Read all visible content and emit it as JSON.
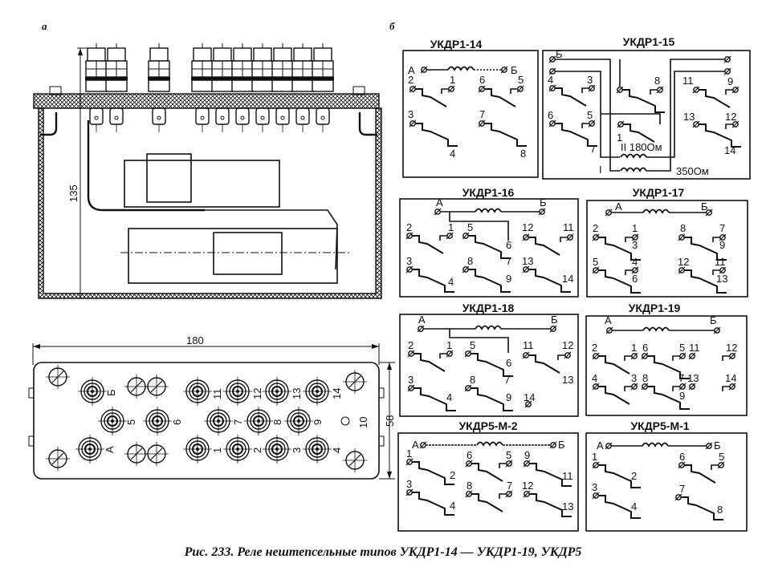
{
  "panel_labels": {
    "a": "а",
    "b": "б"
  },
  "side_view": {
    "dim_height": "135"
  },
  "bottom_view": {
    "dim_width": "180",
    "dim_height": "58",
    "terminals_top": [
      "Б",
      "11",
      "12",
      "13",
      "14"
    ],
    "terminals_mid": [
      "5",
      "6",
      "7",
      "8",
      "9",
      "10"
    ],
    "terminals_bot": [
      "А",
      "1",
      "2",
      "3",
      "4"
    ]
  },
  "schemes": [
    {
      "title": "УКДР1-14",
      "coil": [
        "А",
        "Б"
      ],
      "contacts": [
        "2",
        "1",
        "6",
        "5",
        "3",
        "4",
        "7",
        "8"
      ]
    },
    {
      "title": "УКДР1-15",
      "coil": [
        "Б"
      ],
      "contacts": [
        "4",
        "3",
        "8",
        "11",
        "9",
        "6",
        "5",
        "1",
        "13",
        "12",
        "7",
        "14"
      ],
      "windings": [
        "II 180Ом",
        "I",
        "350Ом"
      ]
    },
    {
      "title": "УКДР1-16",
      "coil": [
        "А",
        "Б"
      ],
      "contacts": [
        "2",
        "1",
        "5",
        "6",
        "12",
        "11",
        "3",
        "4",
        "8",
        "7",
        "9",
        "13",
        "14"
      ]
    },
    {
      "title": "УКДР1-17",
      "coil": [
        "А",
        "Б"
      ],
      "contacts": [
        "2",
        "1",
        "3",
        "8",
        "7",
        "9",
        "5",
        "4",
        "6",
        "12",
        "11",
        "13"
      ]
    },
    {
      "title": "УКДР1-18",
      "coil": [
        "А",
        "Б"
      ],
      "contacts": [
        "2",
        "1",
        "5",
        "6",
        "11",
        "12",
        "3",
        "4",
        "8",
        "7",
        "9",
        "14",
        "13"
      ]
    },
    {
      "title": "УКДР1-19",
      "coil": [
        "А",
        "Б"
      ],
      "contacts": [
        "2",
        "1",
        "6",
        "5",
        "11",
        "12",
        "4",
        "3",
        "8",
        "7",
        "13",
        "14",
        "9"
      ]
    },
    {
      "title": "УКДР5-М-2",
      "coil": [
        "А",
        "Б"
      ],
      "contacts": [
        "1",
        "2",
        "6",
        "5",
        "9",
        "11",
        "3",
        "4",
        "8",
        "7",
        "12",
        "13"
      ]
    },
    {
      "title": "УКДР5-М-1",
      "coil": [
        "А",
        "Б"
      ],
      "contacts": [
        "1",
        "2",
        "6",
        "5",
        "3",
        "4",
        "7",
        "8"
      ]
    }
  ],
  "caption": "Рис. 233. Реле нештепсельные типов УКДР1-14 — УКДР1-19, УКДР5"
}
